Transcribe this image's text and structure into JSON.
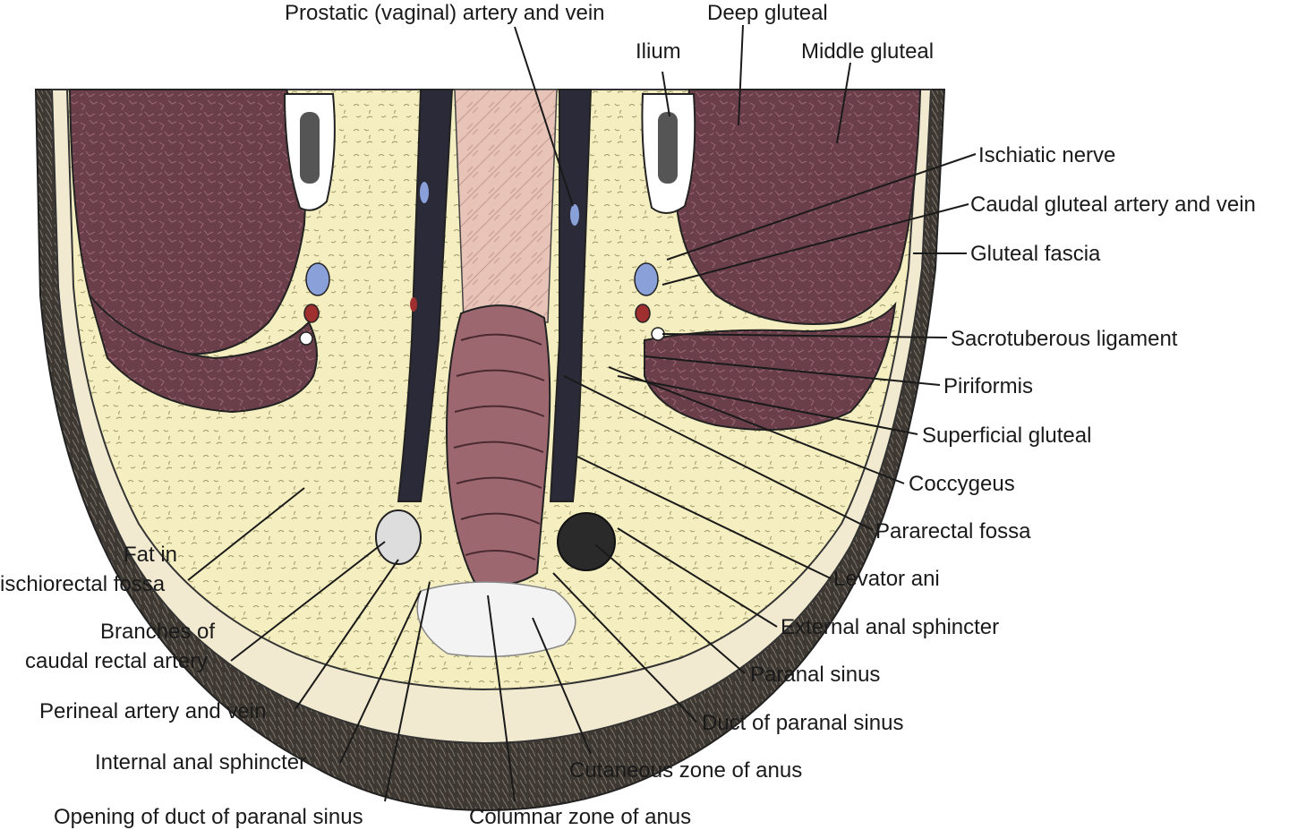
{
  "labels": {
    "prostatic": "Prostatic (vaginal) artery and vein",
    "deep_gluteal": "Deep gluteal",
    "ilium": "Ilium",
    "middle_gluteal": "Middle gluteal",
    "ischiatic_nerve": "Ischiatic nerve",
    "caudal_gluteal": "Caudal gluteal artery and vein",
    "gluteal_fascia": "Gluteal fascia",
    "sacrotuberous": "Sacrotuberous ligament",
    "piriformis": "Piriformis",
    "superficial_gluteal": "Superficial gluteal",
    "coccygeus": "Coccygeus",
    "pararectal_fossa": "Pararectal fossa",
    "levator_ani": "Levator ani",
    "external_anal_sphincter": "External anal sphincter",
    "paranal_sinus": "Paranal sinus",
    "duct_paranal_sinus": "Duct of paranal sinus",
    "cutaneous_zone": "Cutaneous zone of anus",
    "columnar_zone": "Columnar zone of anus",
    "opening_duct": "Opening of duct of paranal sinus",
    "internal_anal_sphincter": "Internal anal sphincter",
    "perineal": "Perineal artery and vein",
    "branches_line1": "Branches of",
    "branches_line2": "caudal rectal artery",
    "fat_line1": "Fat in",
    "fat_line2": "ischiorectal fossa"
  },
  "colors": {
    "skin": "#3e3833",
    "fat": "#f5eec0",
    "muscle": "#6b3f4a",
    "rectum": "#9d6770",
    "lumen": "#e8c4b8",
    "vein": "#8aa0d8",
    "artery": "#a03030",
    "dark_duct": "#2a2a38"
  }
}
